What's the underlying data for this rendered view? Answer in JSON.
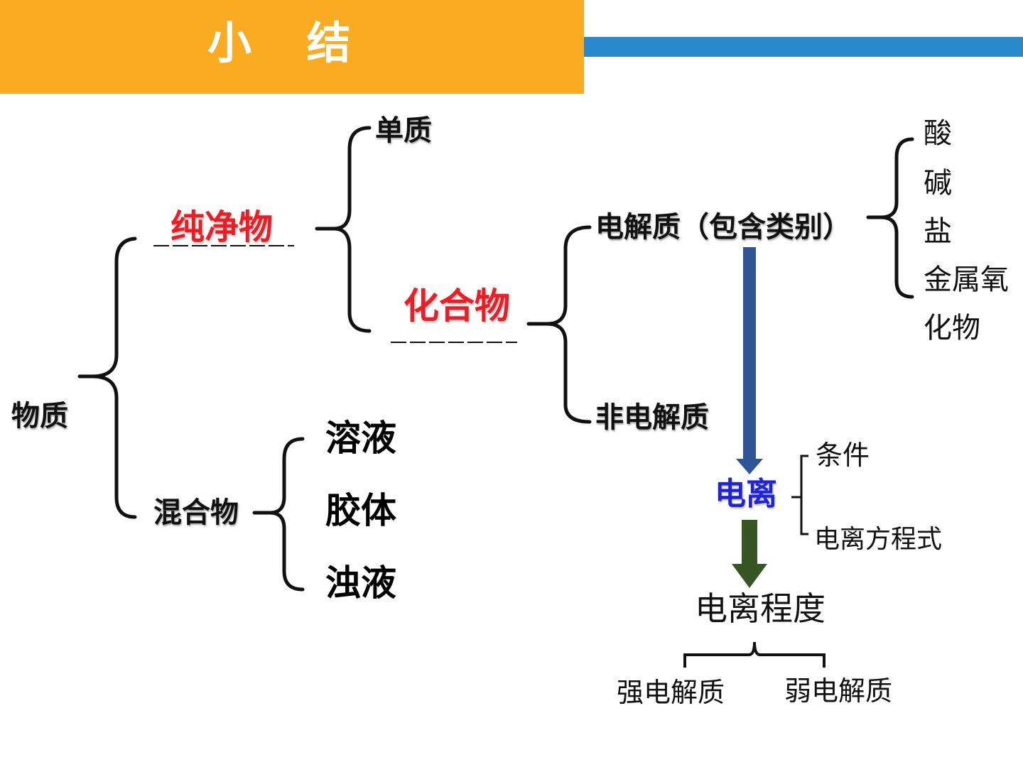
{
  "slide": {
    "title": "小 结"
  },
  "tree": {
    "root": "物质",
    "pure": "纯净物",
    "mixture": "混合物",
    "element": "单质",
    "compound": "化合物",
    "electrolyte": "电解质（包含类别）",
    "non_electrolyte": "非电解质",
    "categories": [
      "酸",
      "碱",
      "盐",
      "金属氧",
      "化物"
    ],
    "colloids": [
      "溶液",
      "胶体",
      "浊液"
    ],
    "ionization": "电离",
    "ionization_details": [
      "条件",
      "电离方程式"
    ],
    "ionization_degree": "电离程度",
    "strength": [
      "强电解质",
      "弱电解质"
    ]
  },
  "colors": {
    "banner": "#f9ab22",
    "title_rule": "#2b88cc",
    "highlight_red": "#ee1d24",
    "ionization_blue": "#1f23dd",
    "arrow_blue": "#2f5597",
    "arrow_green": "#375623"
  }
}
